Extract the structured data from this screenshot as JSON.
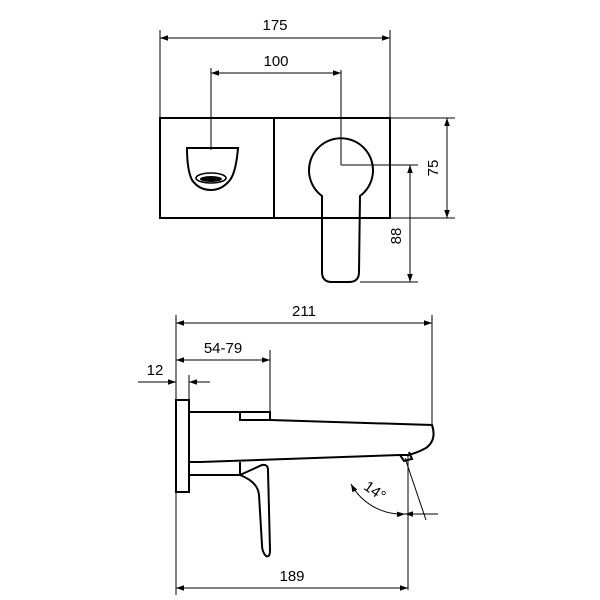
{
  "dimensions": {
    "overall_width": "175",
    "spout_to_lever": "100",
    "plate_height": "75",
    "lever_height": "88",
    "projection_total": "211",
    "wall_range": "54-79",
    "plate_depth": "12",
    "spout_reach": "189",
    "angle": "14°"
  },
  "colors": {
    "line": "#000000",
    "background": "#ffffff"
  }
}
